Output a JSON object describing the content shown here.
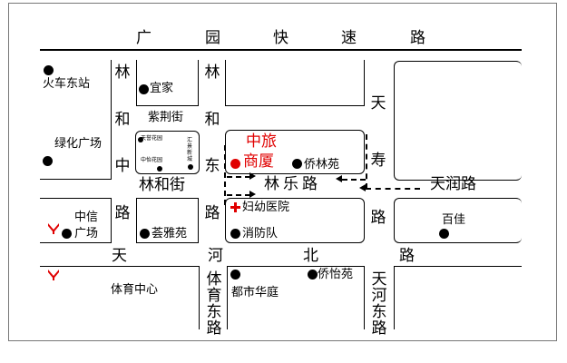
{
  "roads": {
    "guangyuan_expressway": [
      "广",
      "园",
      "快",
      "速",
      "路"
    ],
    "linhe_west": [
      "林",
      "和",
      "中",
      "路"
    ],
    "linhe_east": [
      "林",
      "和",
      "东",
      "路"
    ],
    "linhe_street": "林和街",
    "zijing_street": "紫荆街",
    "linle_road": "林乐路",
    "tianshou_road": [
      "天",
      "寿",
      "路"
    ],
    "tianrun_road": "天润路",
    "tianhebei_road": [
      "天",
      "河",
      "北",
      "路"
    ],
    "tiyu_east_road": [
      "体",
      "育",
      "东",
      "路"
    ],
    "tianhe_east_road": [
      "天",
      "河",
      "东",
      "路"
    ]
  },
  "places": {
    "train_station": "火车东站",
    "yijia": "宜家",
    "lvhua_square": "绿化广场",
    "zhongxin_square_1": "中信",
    "zhongxin_square_2": "广场",
    "zhonglv_1": "中旅",
    "zhonglv_2": "商厦",
    "qiaolinyuan": "侨林苑",
    "maternity_hospital": "妇幼医院",
    "fire_brigade": "消防队",
    "huiyayuan": "荟雅苑",
    "baijia": "百佳",
    "sports_center": "体育中心",
    "qiaoyiyuan": "侨怡苑",
    "dushi_huating": "都市华庭",
    "tiny_labels": [
      "天誉花园",
      "中怡花园",
      "汇景新城"
    ]
  },
  "colors": {
    "accent_red": "#e00000",
    "line": "#000000"
  }
}
